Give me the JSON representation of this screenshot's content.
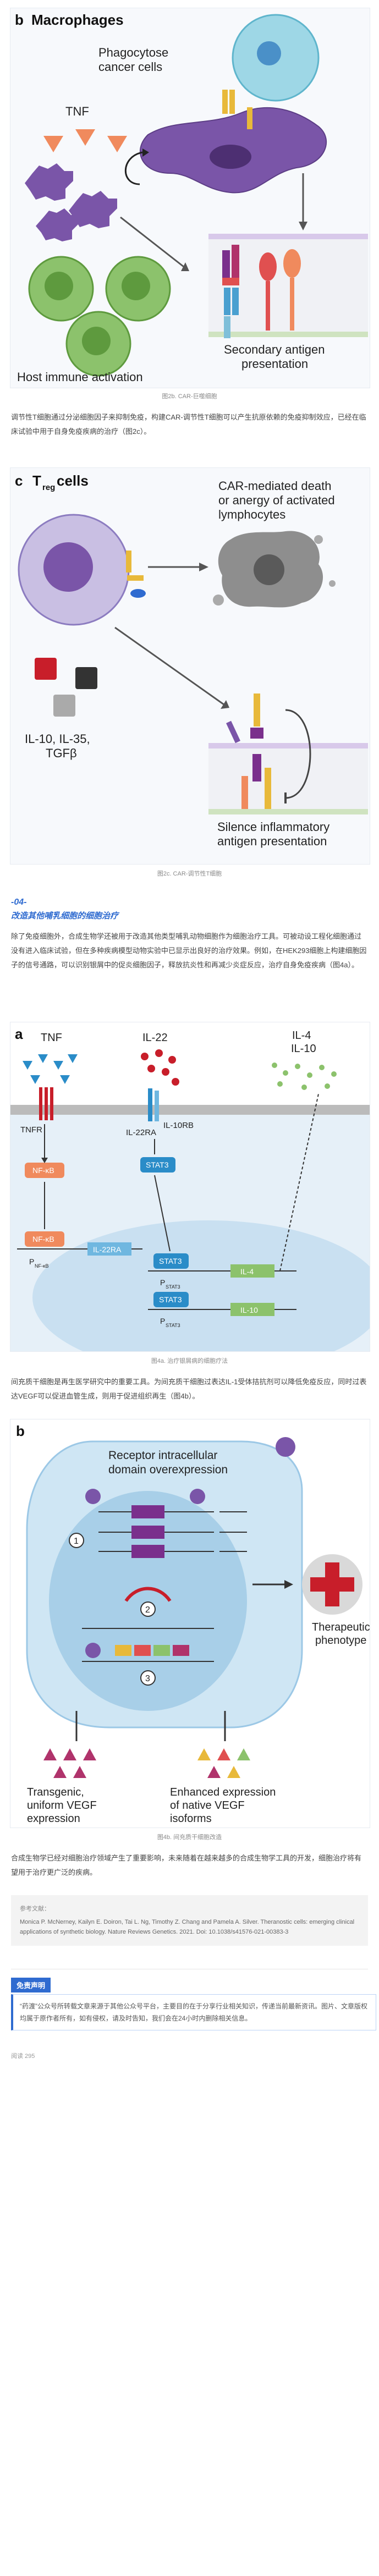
{
  "fig1": {
    "panel_letter": "b",
    "title": "Macrophages",
    "phago_label_1": "Phagocytose",
    "phago_label_2": "cancer cells",
    "tnf": "TNF",
    "sec_antigen_1": "Secondary antigen",
    "sec_antigen_2": "presentation",
    "host_immune": "Host immune activation",
    "caption": "图2b. CAR-巨噬细胞"
  },
  "para1": "调节性T细胞通过分泌细胞因子来抑制免疫，构建CAR-调节性T细胞可以产生抗原依赖的免疫抑制效应，已经在临床试验中用于自身免疫疾病的治疗（图2c）。",
  "fig2": {
    "panel_letter": "c",
    "title_t": "T",
    "title_sub": "reg",
    "title_rest": " cells",
    "car_death_1": "CAR-mediated death",
    "car_death_2": "or anergy of activated",
    "car_death_3": "lymphocytes",
    "il_1": "IL-10, IL-35,",
    "il_2": "TGFβ",
    "silence_1": "Silence inflammatory",
    "silence_2": "antigen presentation",
    "caption": "图2c. CAR-调节性T细胞"
  },
  "section": {
    "num": "-04-",
    "title": "改造其他哺乳细胞的细胞治疗"
  },
  "para2": "除了免疫细胞外，合成生物学还被用于改造其他类型哺乳动物细胞作为细胞治疗工具。可被动设工程化细胞通过没有进入临床试验，但在多种疾病模型动物实验中已显示出良好的治疗效果。例如，在HEK293细胞上构建细胞因子的信号通路，可以识别银屑中的促炎细胞因子，释放抗炎性和再减少炎症反应，治疗自身免疫疾病（图4a）。",
  "fig3": {
    "panel_letter": "a",
    "tnf": "TNF",
    "il22": "IL-22",
    "il4": "IL-4",
    "il10": "IL-10",
    "tnfr": "TNFR",
    "il22ra_top": "IL-22RA",
    "il10rb": "IL-10RB",
    "nfkb1": "NF-κB",
    "stat3_1": "STAT3",
    "nfkb2": "NF-κB",
    "il22ra_box": "IL-22RA",
    "p_nfkb": "P",
    "p_nfkb_sub": "NF-κB",
    "stat3_2": "STAT3",
    "p_stat3_a": "P",
    "p_stat3_a_sub": "STAT3",
    "il4_box": "IL-4",
    "stat3_3": "STAT3",
    "p_stat3_b": "P",
    "p_stat3_b_sub": "STAT3",
    "il10_box": "IL-10",
    "caption": "图4a. 治疗银屑病的细胞疗法"
  },
  "para3": "间充质干细胞是再生医学研究中的重要工具。为间充质干细胞过表达IL-1受体拮抗剂可以降低免疫反应，同时过表达VEGF可以促进血管生成，则用于促进组织再生（图4b）。",
  "fig4": {
    "panel_letter": "b",
    "rec_1": "Receptor intracellular",
    "rec_2": "domain overexpression",
    "n1": "1",
    "n2": "2",
    "n3": "3",
    "thera_1": "Therapeutic",
    "thera_2": "phenotype",
    "trans_1": "Transgenic,",
    "trans_2": "uniform VEGF",
    "trans_3": "expression",
    "enh_1": "Enhanced expression",
    "enh_2": "of native VEGF",
    "enh_3": "isoforms",
    "caption": "图4b. 间充质干细胞改造"
  },
  "para4": "合成生物学已经对细胞治疗领域产生了重要影响，未来随着在越来越多的合成生物学工具的开发，细胞治疗将有望用于治疗更广泛的疾病。",
  "reference": {
    "title": "参考文献：",
    "body": "Monica P. McNerney, Kailyn E. Doiron, Tai L. Ng, Timothy Z. Chang and Pamela A. Silver. Theranostic cells: emerging clinical applications of synthetic biology. Nature Reviews Genetics. 2021. Doi: 10.1038/s41576-021-00383-3"
  },
  "disclaimer": {
    "tag": "免责声明",
    "body": "“药渡”公众号所转载文章来源于其他公众号平台，主要目的在于分享行业相关知识，传递当前最新资讯。图片、文章版权均属于原作者所有，如有侵权，请及时告知，我们会在24小时内删除相关信息。"
  },
  "footer": {
    "read": "阅读 295"
  }
}
